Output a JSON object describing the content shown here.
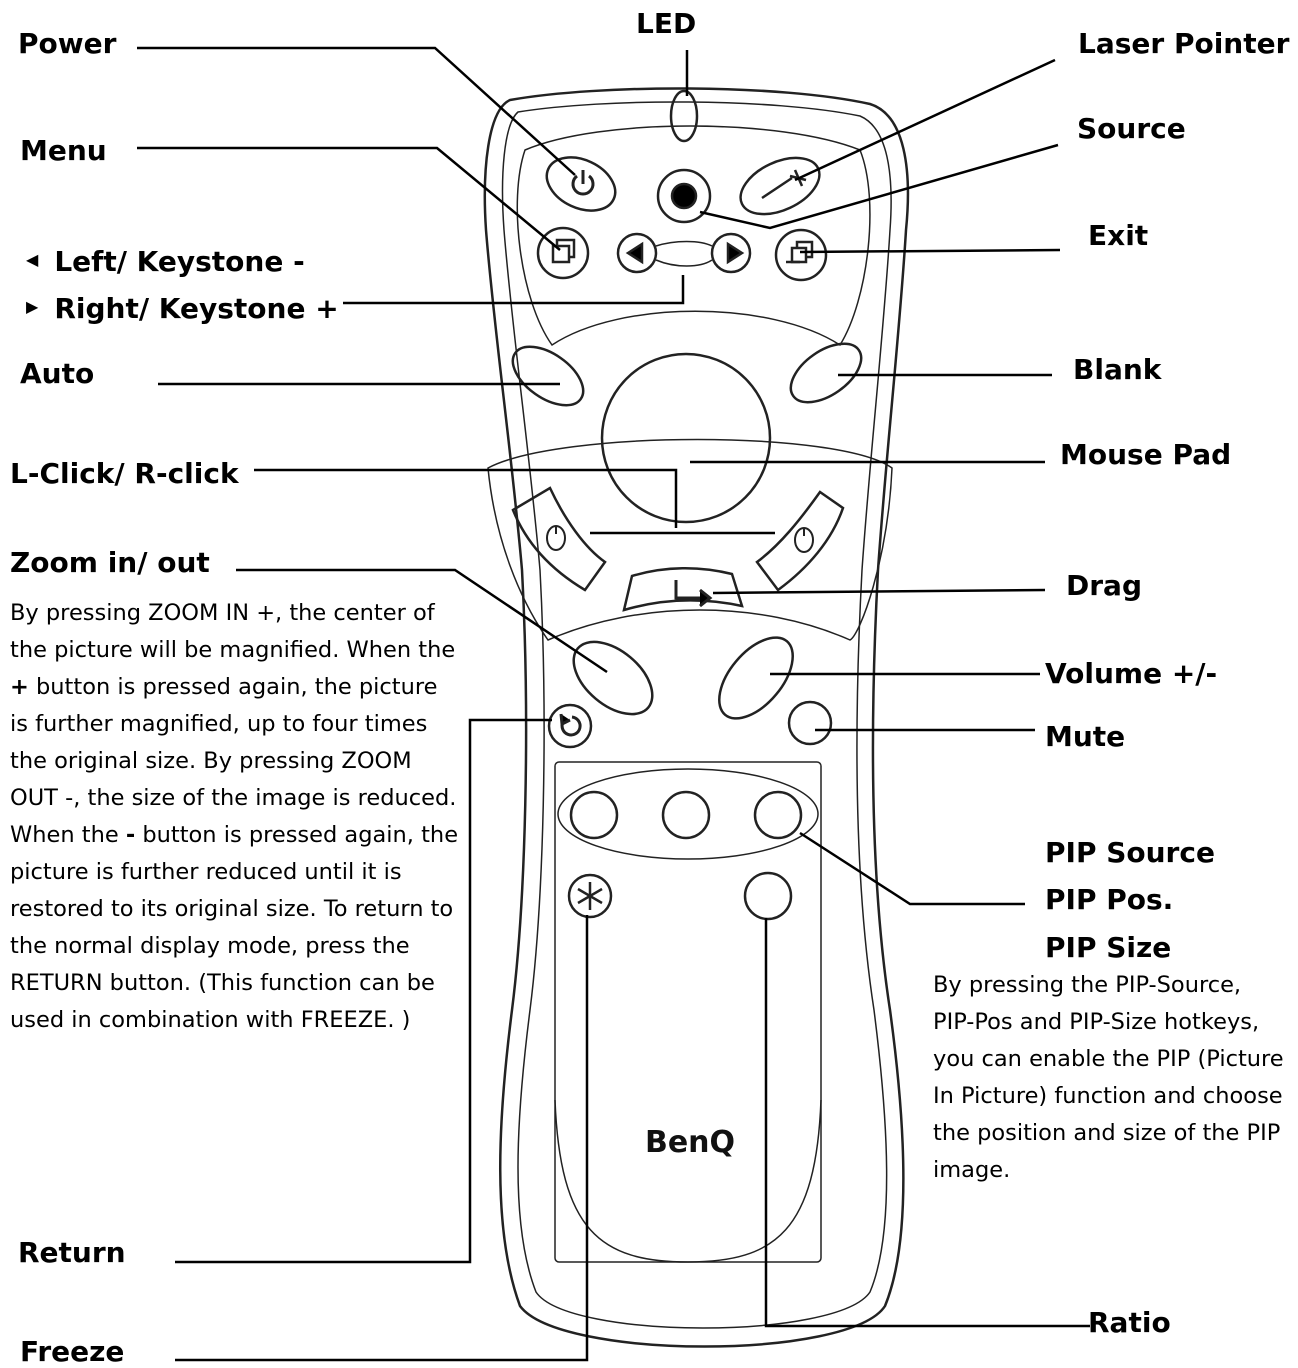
{
  "labels": {
    "power": "Power",
    "led": "LED",
    "laser_pointer": "Laser Pointer",
    "menu": "Menu",
    "source": "Source",
    "left_keystone": "Left/ Keystone -",
    "right_keystone": "Right/ Keystone +",
    "exit": "Exit",
    "auto": "Auto",
    "blank": "Blank",
    "l_r_click": "L-Click/ R-click",
    "mouse_pad": "Mouse Pad",
    "zoom": "Zoom in/ out",
    "drag": "Drag",
    "volume": "Volume +/-",
    "mute": "Mute",
    "pip_source": "PIP Source",
    "pip_pos": "PIP Pos.",
    "pip_size": "PIP Size",
    "return": "Return",
    "freeze": "Freeze",
    "ratio": "Ratio"
  },
  "zoom_description": {
    "part1": "By pressing ZOOM IN +, the center of the picture will be magnified. When the ",
    "plus": "+",
    "part2": " button is pressed again, the picture is further magnified, up to four times the original size. By pressing ZOOM OUT -, the size of the image is reduced. When the ",
    "minus": "-",
    "part3": " button is pressed again, the picture is further reduced until it is restored to its original size. To return to the normal display mode, press the RETURN button. (This function can be used in combination with FREEZE. )"
  },
  "pip_description": "By pressing the PIP-Source, PIP-Pos and PIP-Size hotkeys, you can enable the PIP (Picture In Picture) function and choose the position and size of the PIP image.",
  "brand_logo": "BenQ",
  "icons": {
    "power": "power-icon",
    "laser": "laser-icon",
    "menu": "menu-icon",
    "exit": "exit-icon",
    "left": "left-arrow-icon",
    "right": "right-arrow-icon",
    "mouse": "mouse-icon",
    "drag": "drag-arrow-icon",
    "return": "return-icon",
    "freeze": "snowflake-icon",
    "bullet_left": "triangle-left-icon",
    "bullet_right": "triangle-right-icon"
  },
  "colors": {
    "line": "#000000",
    "body_outline": "#222222",
    "background": "#ffffff"
  }
}
